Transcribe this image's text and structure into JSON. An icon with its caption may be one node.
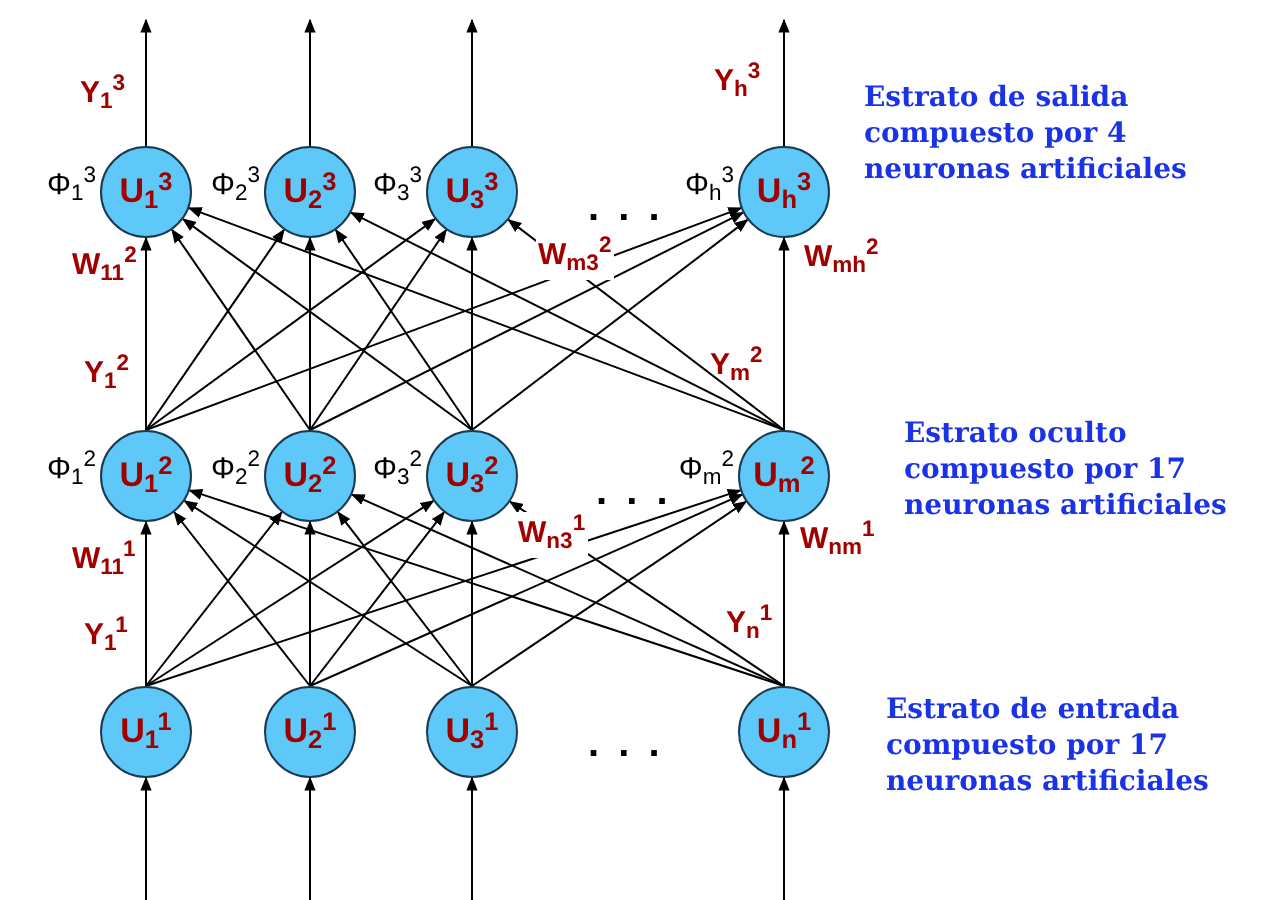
{
  "diagram": {
    "nodes": [
      {
        "text": [
          "U$_{1}$$^{3}$"
        ],
        "beside": [
          "Φ$_{1}$$^{3}$"
        ]
      },
      {
        "text": [
          "U$_{2}$$^{3}$"
        ],
        "beside": [
          "Φ$_{2}$$^{3}$"
        ]
      },
      {
        "text": [
          "U$_{3}$$^{3}$"
        ],
        "beside": [
          "Φ$_{3}$$^{3}$"
        ]
      },
      {
        "text": [
          "U$_{h}$$^{3}$"
        ],
        "beside": [
          "Φ$_{h}$$^{3}$"
        ]
      },
      {
        "text": [
          "U$_{1}$$^{2}$"
        ],
        "beside": [
          "Φ$_{1}$$^{2}$"
        ]
      },
      {
        "text": [
          "U$_{2}$$^{2}$"
        ],
        "beside": [
          "Φ$_{2}$$^{2}$"
        ]
      },
      {
        "text": [
          "U$_{3}$$^{2}$"
        ],
        "beside": [
          "Φ$_{3}$$^{2}$"
        ]
      },
      {
        "text": [
          "U$_{m}$$^{2}$"
        ],
        "beside": [
          "Φ$_{m}$$^{2}$"
        ]
      },
      {
        "text": [
          "U$_{1}$$^{1}$"
        ]
      },
      {
        "text": [
          "U$_{2}$$^{1}$"
        ]
      },
      {
        "text": [
          "U$_{3}$$^{1}$"
        ]
      },
      {
        "text": [
          "U$_{n}$$^{1}$"
        ]
      }
    ],
    "edges": [
      {
        "from": 0,
        "to": null,
        "arrow": "to"
      },
      {
        "from": 1,
        "to": null,
        "arrow": "to"
      },
      {
        "from": 2,
        "to": null,
        "arrow": "to"
      },
      {
        "from": 3,
        "to": null,
        "arrow": "to"
      },
      {
        "from": 4,
        "to": 0,
        "arrow": "to"
      },
      {
        "from": 4,
        "to": 1,
        "arrow": "to"
      },
      {
        "from": 4,
        "to": 2,
        "arrow": "to"
      },
      {
        "from": 4,
        "to": 3,
        "arrow": "to"
      },
      {
        "from": 5,
        "to": 0,
        "arrow": "to"
      },
      {
        "from": 5,
        "to": 1,
        "arrow": "to"
      },
      {
        "from": 5,
        "to": 2,
        "arrow": "to"
      },
      {
        "from": 5,
        "to": 3,
        "arrow": "to"
      },
      {
        "from": 6,
        "to": 0,
        "arrow": "to"
      },
      {
        "from": 6,
        "to": 1,
        "arrow": "to"
      },
      {
        "from": 6,
        "to": 2,
        "arrow": "to"
      },
      {
        "from": 6,
        "to": 3,
        "arrow": "to"
      },
      {
        "from": 7,
        "to": 0,
        "arrow": "to"
      },
      {
        "from": 7,
        "to": 1,
        "arrow": "to"
      },
      {
        "from": 7,
        "to": 2,
        "arrow": "to"
      },
      {
        "from": 7,
        "to": 3,
        "arrow": "to"
      },
      {
        "from": 8,
        "to": 4,
        "arrow": "to"
      },
      {
        "from": 8,
        "to": 5,
        "arrow": "to"
      },
      {
        "from": 8,
        "to": 6,
        "arrow": "to"
      },
      {
        "from": 8,
        "to": 7,
        "arrow": "to"
      },
      {
        "from": 9,
        "to": 4,
        "arrow": "to"
      },
      {
        "from": 9,
        "to": 5,
        "arrow": "to"
      },
      {
        "from": 9,
        "to": 6,
        "arrow": "to"
      },
      {
        "from": 9,
        "to": 7,
        "arrow": "to"
      },
      {
        "from": 10,
        "to": 4,
        "arrow": "to"
      },
      {
        "from": 10,
        "to": 5,
        "arrow": "to"
      },
      {
        "from": 10,
        "to": 6,
        "arrow": "to"
      },
      {
        "from": 10,
        "to": 7,
        "arrow": "to"
      },
      {
        "from": 11,
        "to": 4,
        "arrow": "to"
      },
      {
        "from": 11,
        "to": 5,
        "arrow": "to"
      },
      {
        "from": 11,
        "to": 6,
        "arrow": "to"
      },
      {
        "from": 11,
        "to": 7,
        "arrow": "to"
      },
      {
        "from": null,
        "to": 8,
        "arrow": "to"
      },
      {
        "from": null,
        "to": 9,
        "arrow": "to"
      },
      {
        "from": null,
        "to": 10,
        "arrow": "to"
      },
      {
        "from": null,
        "to": 11,
        "arrow": "to"
      }
    ],
    "labels": [
      "Y$_{1}$$^{3}$",
      "Y$_{h}$$^{3}$",
      "Estrato de salida compuesto por 4 neuronas artificiales",
      ". . .",
      "W$_{11}$$^{2}$",
      "W$_{m3}$$^{2}$",
      "W$_{mh}$$^{2}$",
      "Y$_{1}$$^{2}$",
      "Y$_{m}$$^{2}$",
      "Estrato oculto compuesto por 17 neuronas artificiales",
      ". . .",
      "W$_{n3}$$^{1}$",
      "W$_{nm}$$^{1}$",
      "W$_{11}$$^{1}$",
      "Y$_{1}$$^{1}$",
      "Y$_{n}$$^{1}$",
      "Estrato de entrada compuesto por 17 neuronas artificiales",
      ". . ."
    ]
  }
}
